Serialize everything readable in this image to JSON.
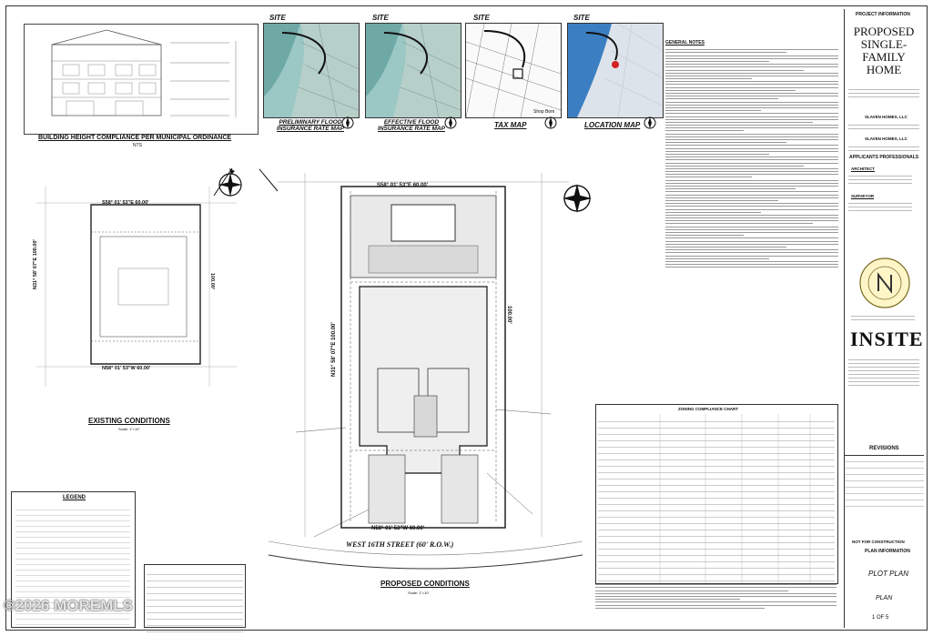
{
  "title_block": {
    "project_information": "PROJECT INFORMATION",
    "project_title": [
      "PROPOSED",
      "SINGLE-",
      "FAMILY",
      "HOME"
    ],
    "owner": "SLAVEN HOMES, LLC",
    "applicant": "SLAVEN HOMES, LLC",
    "applicants_professionals": "APPLICANTS PROFESSIONALS",
    "architect_label": "ARCHITECT",
    "surveyor_label": "SURVEYOR",
    "firm_name": "INSITE",
    "revisions": "REVISIONS",
    "for_construction": "NOT FOR CONSTRUCTION",
    "plan_information": "PLAN INFORMATION",
    "sheet_title": "PLOT PLAN",
    "sheet_sub": "PLAN",
    "sheet_number": "1 OF 5"
  },
  "maps": [
    {
      "label": "SITE",
      "caption": "PRELIMINARY FLOOD INSURANCE RATE MAP",
      "note": "SITE"
    },
    {
      "label": "SITE",
      "caption": "EFFECTIVE FLOOD INSURANCE RATE MAP",
      "note": "SITE"
    },
    {
      "label": "SITE",
      "caption": "TAX MAP",
      "note": "Shop Bom"
    },
    {
      "label": "SITE",
      "caption": "LOCATION MAP",
      "note": ""
    }
  ],
  "sections": {
    "height_title": "BUILDING HEIGHT COMPLIANCE PER MUNICIPAL ORDINANCE",
    "height_sub": "NTS",
    "existing_title": "EXISTING CONDITIONS",
    "proposed_title": "PROPOSED CONDITIONS",
    "legend_title": "LEGEND",
    "general_notes": "GENERAL NOTES",
    "zoning_table_title": "ZONING COMPLIANCE CHART"
  },
  "plan_labels": {
    "street": "WEST 16TH STREET (60' R.O.W.)",
    "bearing_top": "S58° 01' 53\"E  60.00'",
    "bearing_bottom": "N58° 01' 53\"W  60.00'",
    "bearing_left": "N31° 58' 07\"E  100.00'",
    "existing_bearing_top": "S58° 01' 53\"E  60.00'",
    "existing_bearing_bottom": "N58° 01' 53\"W  60.00'",
    "existing_bearing_left": "N31° 58' 07\"E  100.00'",
    "existing_dim_right": "100.00'",
    "plan_dim_right": "100.00'",
    "scale": "Scale: 1\"=10'"
  },
  "watermark": "©2026 MOREMLS",
  "colors": {
    "line": "#222222",
    "map_water": "#9bc8c4",
    "map_land": "#c9d3cf"
  }
}
